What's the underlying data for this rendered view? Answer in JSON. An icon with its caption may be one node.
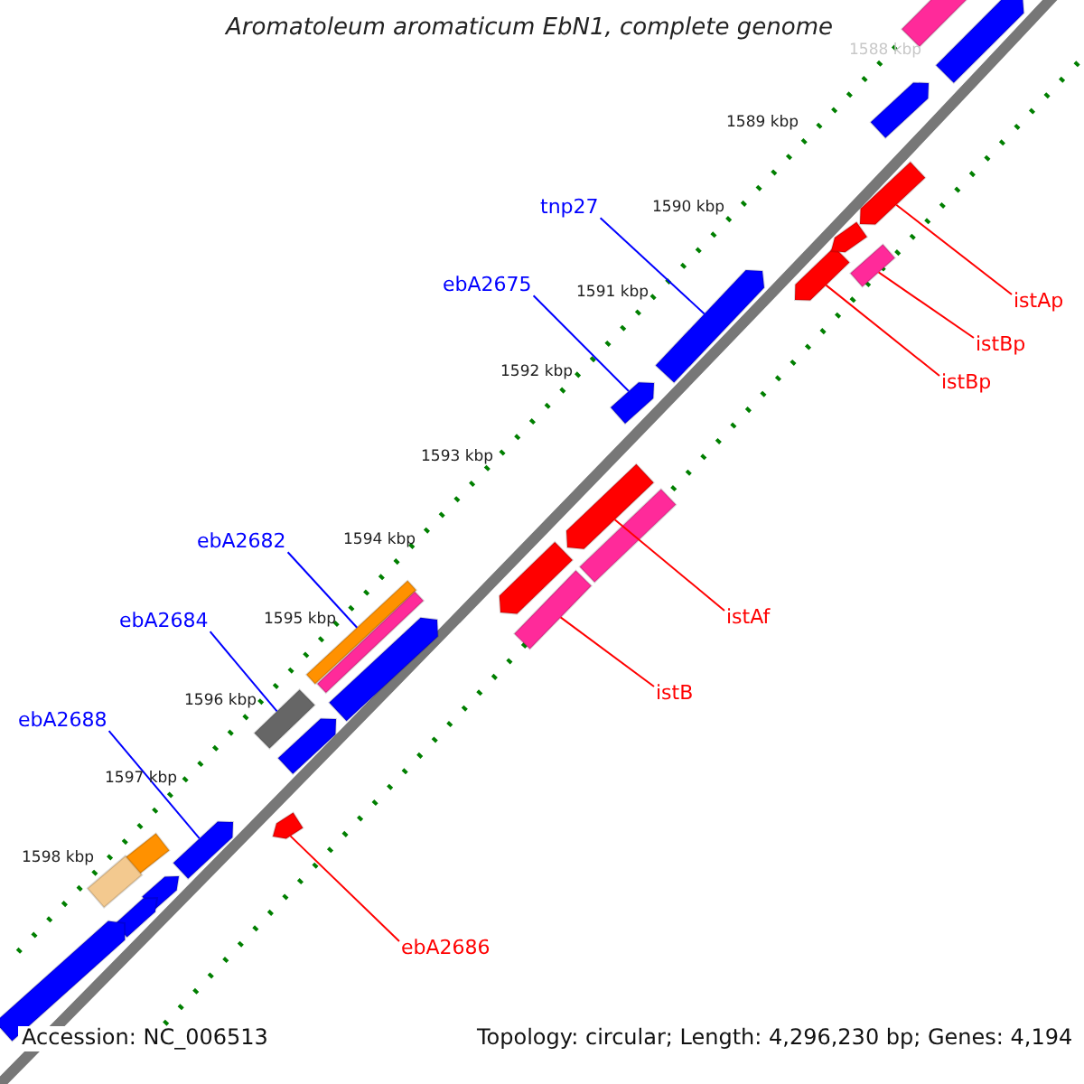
{
  "diagram": {
    "title": "Aromatoleum aromaticum EbN1, complete genome",
    "nodes": [
      {
        "text": [
          "tnp27"
        ]
      },
      {
        "text": [],
        "shape": "bar"
      },
      {
        "text": [
          "ebA2675"
        ]
      },
      {
        "text": [],
        "shape": "bar"
      },
      {
        "text": [
          "istAp"
        ]
      },
      {
        "text": [],
        "shape": "bar"
      },
      {
        "text": [
          "istBp"
        ]
      },
      {
        "text": [],
        "shape": "bar"
      },
      {
        "text": [
          "istBp"
        ]
      },
      {
        "text": [],
        "shape": "bar"
      },
      {
        "text": [
          "ebA2682"
        ]
      },
      {
        "text": [],
        "shape": "bar"
      },
      {
        "text": [
          "istAf"
        ]
      },
      {
        "text": [],
        "shape": "bar"
      },
      {
        "text": [
          "ebA2684"
        ]
      },
      {
        "text": [],
        "shape": "bar"
      },
      {
        "text": [
          "istB"
        ]
      },
      {
        "text": [],
        "shape": "bar"
      },
      {
        "text": [
          "ebA2688"
        ]
      },
      {
        "text": [],
        "shape": "bar"
      },
      {
        "text": [
          "ebA2686"
        ]
      },
      {
        "text": [],
        "shape": "bar"
      },
      {
        "text": [],
        "shape": "bar"
      },
      {
        "text": [],
        "shape": "bar"
      },
      {
        "text": [],
        "shape": "bar"
      },
      {
        "text": [],
        "shape": "bar"
      },
      {
        "text": [],
        "shape": "bar"
      },
      {
        "text": [],
        "shape": "bar"
      },
      {
        "text": [],
        "shape": "bar"
      },
      {
        "text": [],
        "shape": "bar"
      },
      {
        "text": [],
        "shape": "bar"
      },
      {
        "text": [],
        "shape": "bar"
      },
      {
        "text": [],
        "shape": "bar"
      },
      {
        "text": [],
        "shape": "bar"
      },
      {
        "text": [],
        "shape": "bar"
      },
      {
        "text": [],
        "shape": "bar"
      }
    ],
    "edges": [
      {
        "from": 0,
        "to": 1,
        "arrow": "none",
        "color": "#0000ff"
      },
      {
        "from": 2,
        "to": 3,
        "arrow": "none",
        "color": "#0000ff"
      },
      {
        "from": 4,
        "to": 5,
        "arrow": "none",
        "color": "#ff0000"
      },
      {
        "from": 6,
        "to": 7,
        "arrow": "none",
        "color": "#ff0000"
      },
      {
        "from": 8,
        "to": 9,
        "arrow": "none",
        "color": "#ff0000"
      },
      {
        "from": 10,
        "to": 11,
        "arrow": "none",
        "color": "#0000ff"
      },
      {
        "from": 12,
        "to": 13,
        "arrow": "none",
        "color": "#ff0000"
      },
      {
        "from": 14,
        "to": 15,
        "arrow": "none",
        "color": "#0000ff"
      },
      {
        "from": 16,
        "to": 17,
        "arrow": "none",
        "color": "#ff0000"
      },
      {
        "from": 18,
        "to": 19,
        "arrow": "none",
        "color": "#0000ff"
      },
      {
        "from": 20,
        "to": 21,
        "arrow": "none",
        "color": "#ff0000"
      }
    ],
    "labels": [
      "1588 kbp",
      "1589 kbp",
      "1590 kbp",
      "1591 kbp",
      "1592 kbp",
      "1593 kbp",
      "1594 kbp",
      "1595 kbp",
      "1596 kbp",
      "1597 kbp",
      "1598 kbp",
      "Accession: NC_006513",
      "Topology: circular; Length: 4,296,230 bp; Genes: 4,194"
    ]
  }
}
